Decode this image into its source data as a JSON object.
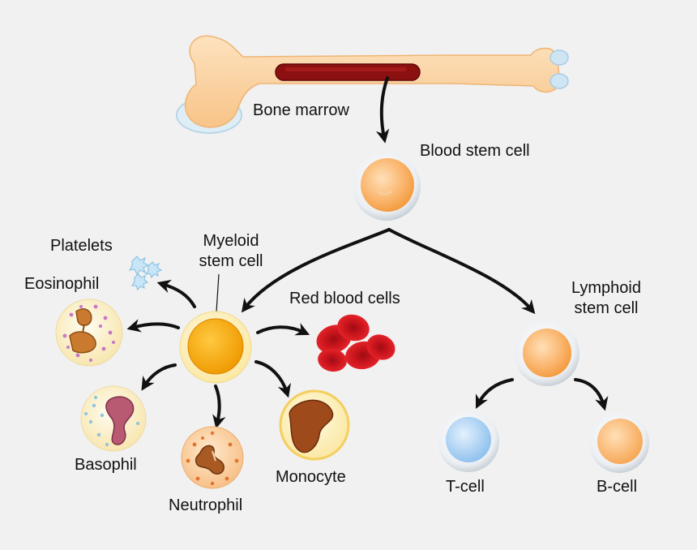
{
  "labels": {
    "bone_marrow": "Bone marrow",
    "blood_stem_cell": "Blood stem cell",
    "myeloid_line1": "Myeloid",
    "myeloid_line2": "stem cell",
    "lymphoid_line1": "Lymphoid",
    "lymphoid_line2": "stem cell",
    "platelets": "Platelets",
    "eosinophil": "Eosinophil",
    "red_blood_cells": "Red blood cells",
    "basophil": "Basophil",
    "neutrophil": "Neutrophil",
    "monocyte": "Monocyte",
    "t_cell": "T-cell",
    "b_cell": "B-cell"
  },
  "colors": {
    "background": "#f1f1f1",
    "bone": "#fcd3a0",
    "marrow": "#8c1010",
    "stem_cell": "#f9b064",
    "myeloid": "#f5a900",
    "red_cell": "#d4141c",
    "t_cell": "#9cc8ef",
    "b_cell": "#f9b064",
    "arrow": "#111111"
  }
}
